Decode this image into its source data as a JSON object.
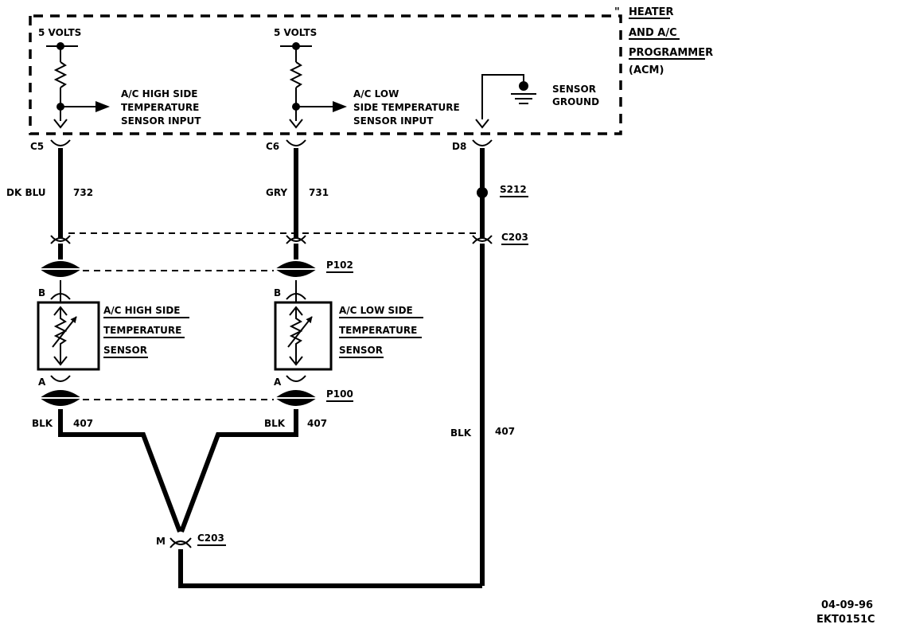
{
  "module": {
    "title_lines": [
      "HEATER",
      "AND A/C",
      "PROGRAMMER",
      "(ACM)"
    ]
  },
  "supplies": {
    "left": "5 VOLTS",
    "right": "5 VOLTS"
  },
  "inputs": {
    "high_side": [
      "A/C HIGH SIDE",
      "TEMPERATURE",
      "SENSOR INPUT"
    ],
    "low_side": [
      "A/C LOW",
      "SIDE TEMPERATURE",
      "SENSOR INPUT"
    ]
  },
  "sensor_ground": [
    "SENSOR",
    "GROUND"
  ],
  "terminals": {
    "c5": "C5",
    "c6": "C6",
    "d8": "D8",
    "b_left": "B",
    "b_right": "B",
    "a_left": "A",
    "a_right": "A",
    "m": "M"
  },
  "wires": {
    "dk_blu": "DK BLU",
    "w732": "732",
    "gry": "GRY",
    "w731": "731",
    "blk_left": "BLK",
    "w407_left": "407",
    "blk_mid": "BLK",
    "w407_mid": "407",
    "blk_right": "BLK",
    "w407_right": "407"
  },
  "connectors": {
    "s212": "S212",
    "c203_top": "C203",
    "c203_bottom": "C203",
    "p102": "P102",
    "p100": "P100"
  },
  "sensors": {
    "high": [
      "A/C HIGH SIDE",
      "TEMPERATURE",
      "SENSOR"
    ],
    "low": [
      "A/C LOW SIDE",
      "TEMPERATURE",
      "SENSOR"
    ]
  },
  "footer": {
    "date": "04-09-96",
    "code": "EKT0151C"
  }
}
